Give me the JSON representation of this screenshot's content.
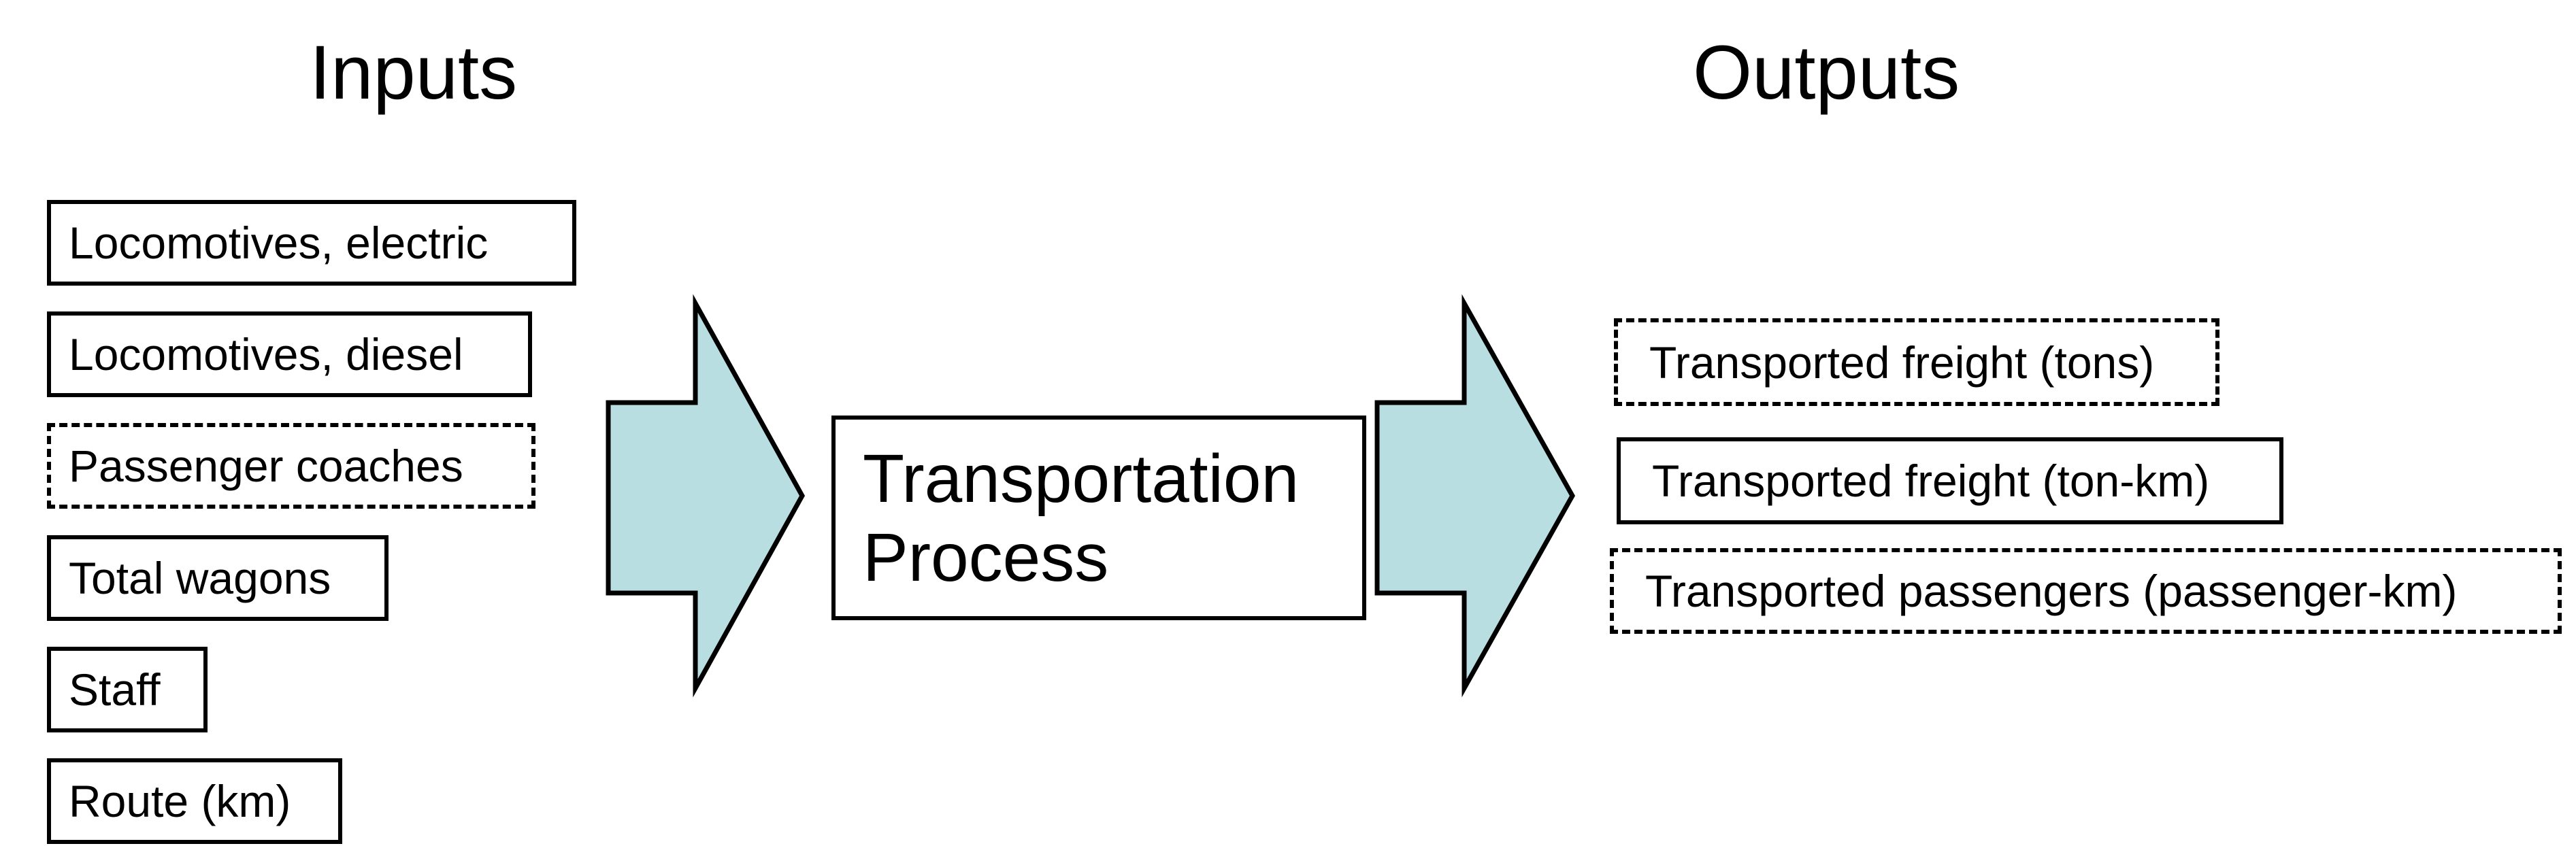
{
  "titles": {
    "inputs": "Inputs",
    "outputs": "Outputs"
  },
  "inputs": {
    "items": [
      {
        "label": "Locomotives, electric",
        "border": "solid"
      },
      {
        "label": "Locomotives, diesel",
        "border": "solid"
      },
      {
        "label": "Passenger coaches",
        "border": "dashed"
      },
      {
        "label": "Total wagons",
        "border": "solid"
      },
      {
        "label": "Staff",
        "border": "solid"
      },
      {
        "label": "Route (km)",
        "border": "solid"
      }
    ]
  },
  "process": {
    "line1": "Transportation",
    "line2": "Process"
  },
  "outputs": {
    "items": [
      {
        "label": "Transported freight (tons)",
        "border": "dashed"
      },
      {
        "label": "Transported freight (ton-km)",
        "border": "solid"
      },
      {
        "label": "Transported passengers (passenger-km)",
        "border": "dashed"
      }
    ]
  },
  "icons": {
    "left_arrow": "block-arrow-right",
    "right_arrow": "block-arrow-right"
  },
  "colors": {
    "arrow_fill": "#b8dee2",
    "arrow_stroke": "#000000",
    "box_border": "#000000",
    "text": "#000000",
    "background": "#ffffff"
  }
}
